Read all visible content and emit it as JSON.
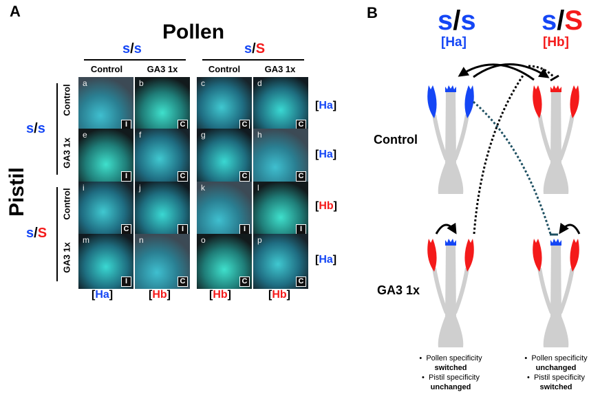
{
  "panel_a": {
    "letter": "A",
    "pollen_title": "Pollen",
    "pistil_title": "Pistil",
    "pollen_groups": [
      {
        "g1": "s",
        "sep": "/",
        "g2": "s",
        "g2_color": "blue"
      },
      {
        "g1": "s",
        "sep": "/",
        "g2": "S",
        "g2_color": "red"
      }
    ],
    "column_headers": [
      "Control",
      "GA3 1x",
      "Control",
      "GA3 1x"
    ],
    "pistil_groups": [
      {
        "g1": "s",
        "sep": "/",
        "g2": "s",
        "g2_color": "blue",
        "rows": [
          "Control",
          "GA3 1x"
        ]
      },
      {
        "g1": "s",
        "sep": "/",
        "g2": "S",
        "g2_color": "red",
        "rows": [
          "Control",
          "GA3 1x"
        ]
      }
    ],
    "cells": [
      {
        "letter": "a",
        "result": "I"
      },
      {
        "letter": "b",
        "result": "C"
      },
      {
        "letter": "c",
        "result": "C"
      },
      {
        "letter": "d",
        "result": "C"
      },
      {
        "letter": "e",
        "result": "I"
      },
      {
        "letter": "f",
        "result": "C"
      },
      {
        "letter": "g",
        "result": "C"
      },
      {
        "letter": "h",
        "result": "C"
      },
      {
        "letter": "i",
        "result": "C"
      },
      {
        "letter": "j",
        "result": "I"
      },
      {
        "letter": "k",
        "result": "I"
      },
      {
        "letter": "l",
        "result": "I"
      },
      {
        "letter": "m",
        "result": "I"
      },
      {
        "letter": "n",
        "result": "C"
      },
      {
        "letter": "o",
        "result": "C"
      },
      {
        "letter": "p",
        "result": "C"
      }
    ],
    "row_specificity": [
      {
        "open": "[",
        "text": "Ha",
        "close": "]",
        "color": "blue"
      },
      {
        "open": "[",
        "text": "Ha",
        "close": "]",
        "color": "blue"
      },
      {
        "open": "[",
        "text": "Hb",
        "close": "]",
        "color": "red"
      },
      {
        "open": "[",
        "text": "Ha",
        "close": "]",
        "color": "blue"
      }
    ],
    "column_specificity": [
      {
        "open": "[",
        "text": "Ha",
        "close": "]",
        "color": "blue"
      },
      {
        "open": "[",
        "text": "Hb",
        "close": "]",
        "color": "red"
      },
      {
        "open": "[",
        "text": "Hb",
        "close": "]",
        "color": "red"
      },
      {
        "open": "[",
        "text": "Hb",
        "close": "]",
        "color": "red"
      }
    ]
  },
  "panel_b": {
    "letter": "B",
    "genotypes": [
      {
        "g1": "s",
        "sep": "/",
        "g2": "s",
        "g2_color": "blue",
        "haplotype": "[Ha]",
        "haplotype_color": "blue"
      },
      {
        "g1": "s",
        "sep": "/",
        "g2": "S",
        "g2_color": "red",
        "haplotype": "[Hb]",
        "haplotype_color": "red"
      }
    ],
    "row_labels": [
      "Control",
      "GA3 1x"
    ],
    "notes": [
      {
        "line1": "Pollen specificity",
        "line1_emph": "switched",
        "line2": "Pistil specificity",
        "line2_emph": "unchanged"
      },
      {
        "line1": "Pollen specificity",
        "line1_emph": "unchanged",
        "line2": "Pistil specificity",
        "line2_emph": "switched"
      }
    ],
    "bullet": "•"
  },
  "colors": {
    "blue": "#1446f5",
    "red": "#f41a1a",
    "flower_gray": "#cfcfcf",
    "dotted_teal": "#1d4f61",
    "fluorescence": "#35d6d0"
  }
}
